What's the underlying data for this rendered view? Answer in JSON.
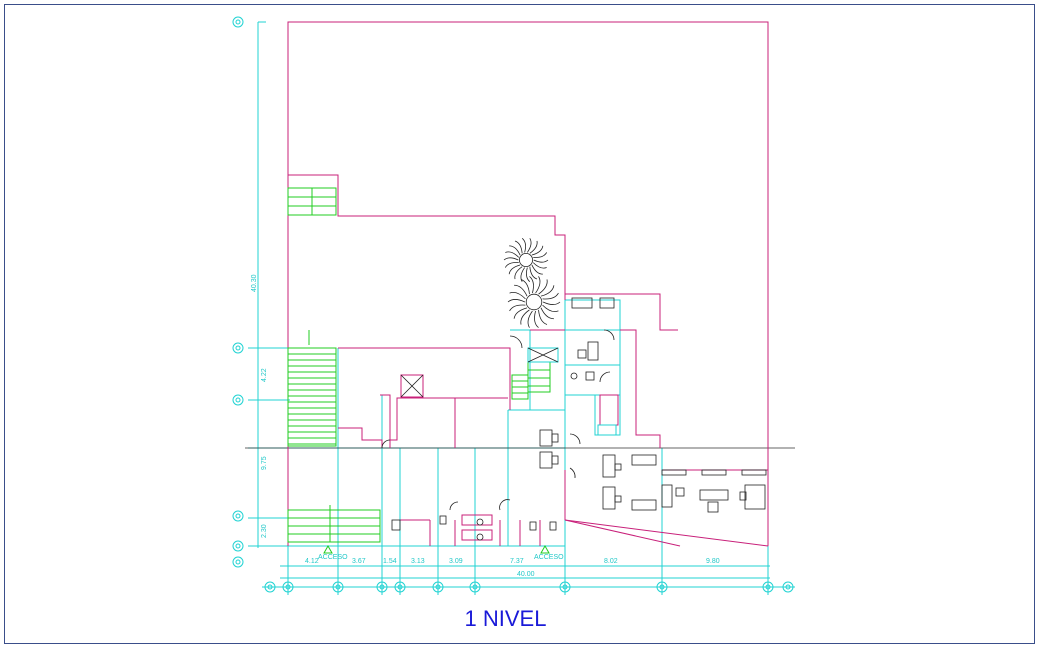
{
  "title": "1 NIVEL",
  "dimensions": {
    "bottom": [
      "4.12",
      "3.67",
      "1.54",
      "3.13",
      "3.09",
      "7.37",
      "8.02",
      "9.80"
    ],
    "total": "40.00",
    "left": [
      "40.30",
      "4.22",
      "9.75",
      "2.30"
    ]
  },
  "labels": {
    "acceso_1": "ACCESO",
    "acceso_2": "ACCESO"
  },
  "colors": {
    "walls": "#c8207a",
    "grid": "#21d3d3",
    "stairs": "#22cc22",
    "title": "#1a1ad8"
  }
}
